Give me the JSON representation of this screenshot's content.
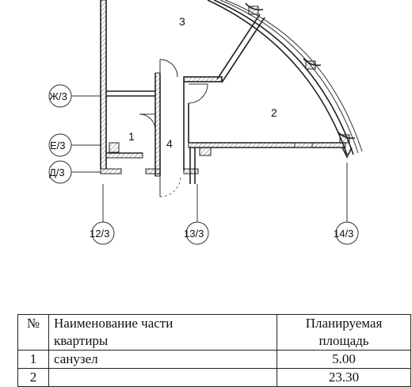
{
  "rooms": [
    "1",
    "2",
    "3",
    "4"
  ],
  "axes": {
    "horizontal": [
      "Ж/3",
      "Е/3",
      "Д/3"
    ],
    "vertical": [
      "12/3",
      "13/3",
      "14/3"
    ]
  },
  "table": {
    "headers": {
      "num": "№",
      "name_line1": "Наименование части",
      "name_line2": "квартиры",
      "area_line1": "Планируемая",
      "area_line2": "площадь"
    },
    "rows": [
      {
        "num": "1",
        "name": "санузел",
        "area": "5.00"
      },
      {
        "num": "2",
        "name": "",
        "area": "23.30"
      }
    ]
  }
}
